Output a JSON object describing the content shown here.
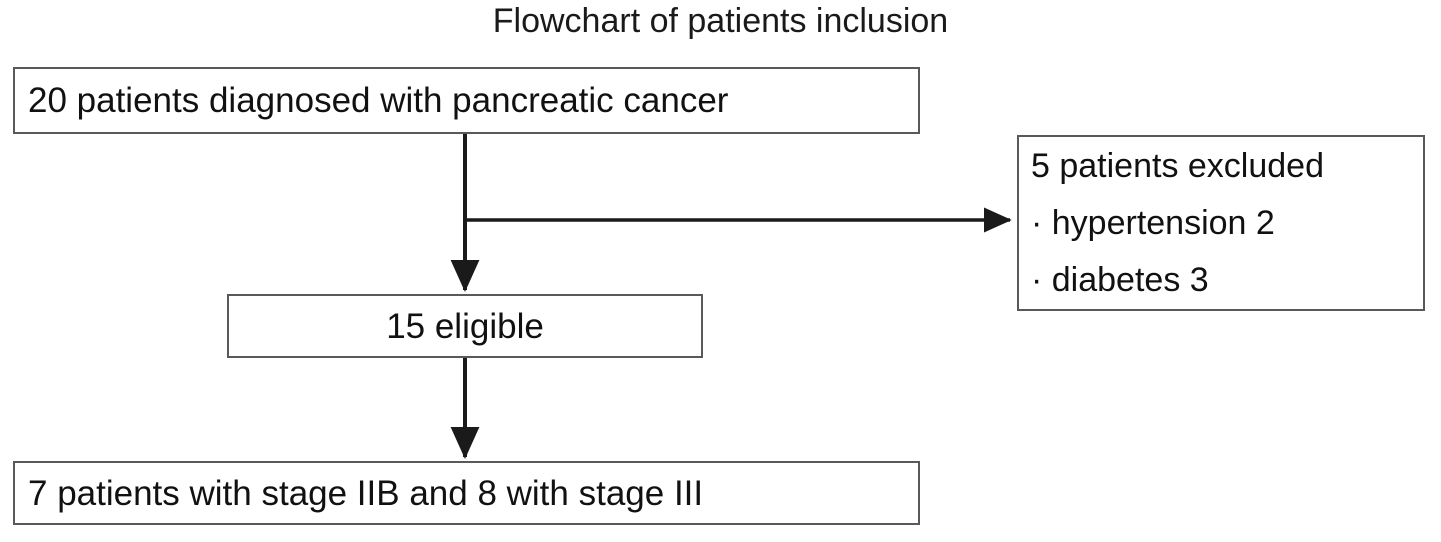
{
  "figure": {
    "title": "Flowchart of patients inclusion",
    "type": "flowchart",
    "colors": {
      "box_border": "#595959",
      "text": "#111111",
      "connector": "#1a1a1a",
      "background": "#ffffff"
    }
  },
  "nodes": {
    "diagnosed": {
      "text": "20 patients diagnosed with pancreatic cancer",
      "count": 20,
      "align": "left"
    },
    "excluded": {
      "heading": "5 patients excluded",
      "count": 5,
      "reasons": [
        "· hypertension 2",
        "· diabetes 3"
      ],
      "align": "left"
    },
    "eligible": {
      "text": "15 eligible",
      "count": 15,
      "align": "center"
    },
    "stages": {
      "text": "7 patients with stage IIB and 8 with stage III",
      "align": "left"
    }
  },
  "connectors": [
    {
      "from": "diagnosed",
      "to": "eligible",
      "direction": "down",
      "arrow": true
    },
    {
      "from": "diagnosed",
      "to": "excluded",
      "direction": "right",
      "arrow": true
    },
    {
      "from": "eligible",
      "to": "stages",
      "direction": "down",
      "arrow": true
    }
  ]
}
